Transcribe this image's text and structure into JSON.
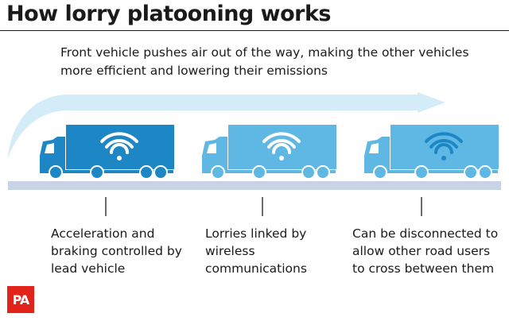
{
  "title": "How lorry platooning works",
  "subtitle": "Front vehicle pushes air out of the way, making the other vehicles more efficient and lowering their emissions",
  "captions": [
    "Acceleration and braking controlled by lead vehicle",
    "Lorries linked by wireless communications",
    "Can be disconnected to allow other road users to cross between them"
  ],
  "logo": "PA",
  "colors": {
    "lead_lorry": "#1d87c6",
    "follower_lorry": "#5fb7e4",
    "airflow_arrow": "#d4ebf8",
    "road": "#c9d3e6",
    "lead_wifi": "#ffffff",
    "follower_wifi": "#ffffff",
    "last_wifi": "#1d87c6",
    "logo_bg": "#e2231a"
  },
  "icons": [
    "airflow-arrow",
    "lorry-icon",
    "wifi-icon",
    "leader-line"
  ]
}
